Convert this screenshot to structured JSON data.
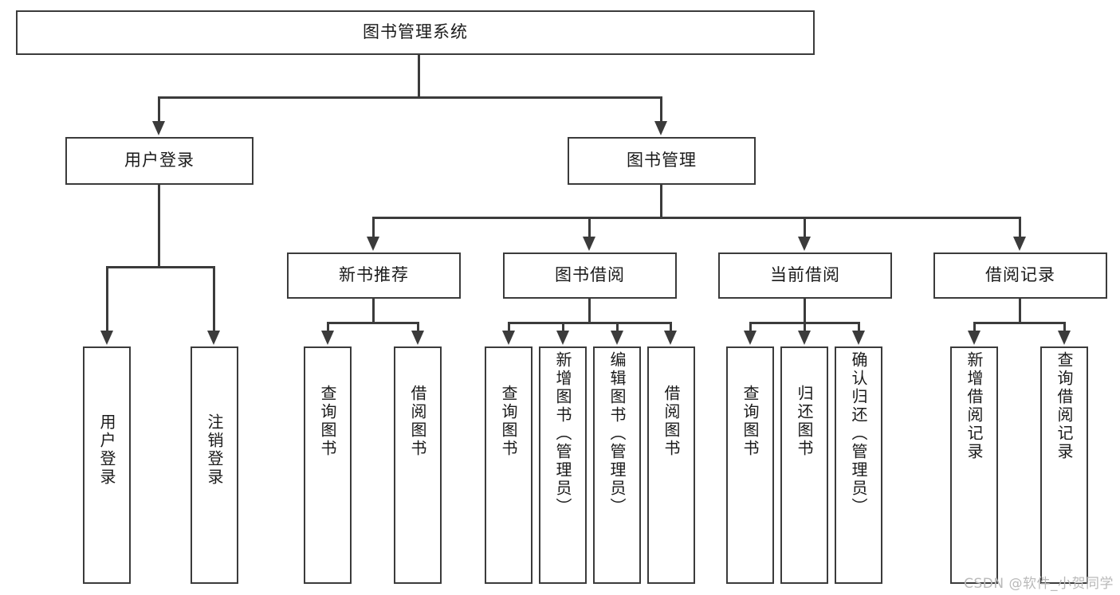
{
  "diagram": {
    "type": "tree-hierarchy",
    "title": "图书管理系统",
    "root": {
      "label": "图书管理系统"
    },
    "level1": [
      {
        "label": "用户登录"
      },
      {
        "label": "图书管理"
      }
    ],
    "level2": [
      {
        "label": "新书推荐"
      },
      {
        "label": "图书借阅"
      },
      {
        "label": "当前借阅"
      },
      {
        "label": "借阅记录"
      }
    ],
    "leaves": {
      "user_login": [
        {
          "label": "用户登录"
        },
        {
          "label": "注销登录"
        }
      ],
      "new_book_recommend": [
        {
          "label": "查询图书"
        },
        {
          "label": "借阅图书"
        }
      ],
      "book_borrow": [
        {
          "label": "查询图书"
        },
        {
          "label": "新增图书（管理员）"
        },
        {
          "label": "编辑图书（管理员）"
        },
        {
          "label": "借阅图书"
        }
      ],
      "current_borrow": [
        {
          "label": "查询图书"
        },
        {
          "label": "归还图书"
        },
        {
          "label": "确认归还（管理员）"
        }
      ],
      "borrow_record": [
        {
          "label": "新增借阅记录"
        },
        {
          "label": "查询借阅记录"
        }
      ]
    }
  },
  "watermark": {
    "text": "CSDN @软件_小贺同学"
  },
  "colors": {
    "stroke": "#3b3b3b",
    "text": "#1a1a1a",
    "background": "#ffffff",
    "watermark": "#b9b9b9"
  }
}
